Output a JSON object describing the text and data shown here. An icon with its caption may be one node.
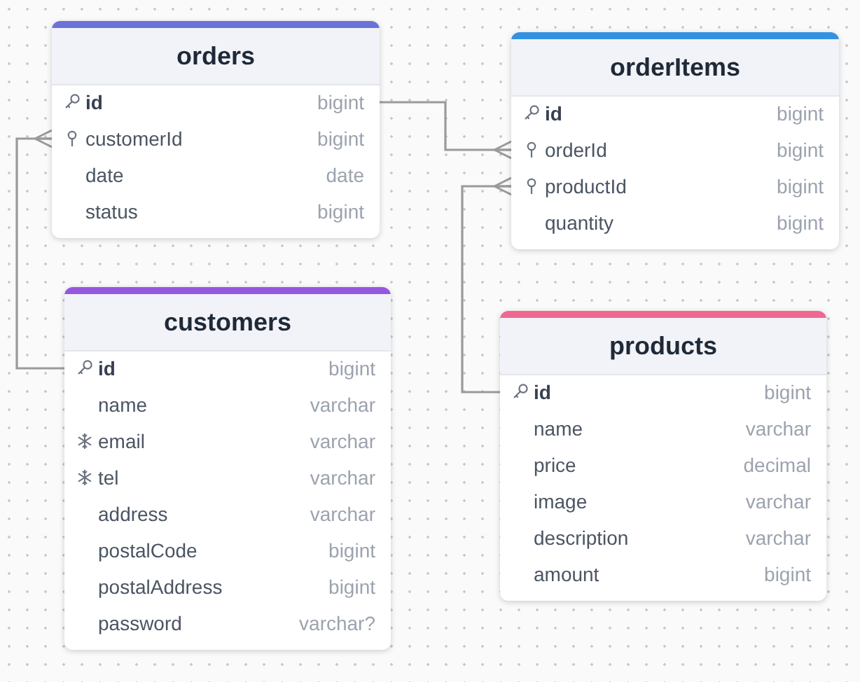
{
  "diagram": {
    "nodes": [
      {
        "text": [
          "orders"
        ]
      },
      {
        "text": [
          "id",
          "bigint"
        ],
        "in": 0
      },
      {
        "text": [
          "customerId",
          "bigint"
        ],
        "in": 0
      },
      {
        "text": [
          "date",
          "date"
        ],
        "in": 0
      },
      {
        "text": [
          "status",
          "bigint"
        ],
        "in": 0
      },
      {
        "text": [
          "orderItems"
        ]
      },
      {
        "text": [
          "id",
          "bigint"
        ],
        "in": 5
      },
      {
        "text": [
          "orderId",
          "bigint"
        ],
        "in": 5
      },
      {
        "text": [
          "productId",
          "bigint"
        ],
        "in": 5
      },
      {
        "text": [
          "quantity",
          "bigint"
        ],
        "in": 5
      },
      {
        "text": [
          "customers"
        ]
      },
      {
        "text": [
          "id",
          "bigint"
        ],
        "in": 10
      },
      {
        "text": [
          "name",
          "varchar"
        ],
        "in": 10
      },
      {
        "text": [
          "email",
          "varchar"
        ],
        "in": 10
      },
      {
        "text": [
          "tel",
          "varchar"
        ],
        "in": 10
      },
      {
        "text": [
          "address",
          "varchar"
        ],
        "in": 10
      },
      {
        "text": [
          "postalCode",
          "bigint"
        ],
        "in": 10
      },
      {
        "text": [
          "postalAddress",
          "bigint"
        ],
        "in": 10
      },
      {
        "text": [
          "password",
          "varchar?"
        ],
        "in": 10
      },
      {
        "text": [
          "products"
        ]
      },
      {
        "text": [
          "id",
          "bigint"
        ],
        "in": 19
      },
      {
        "text": [
          "name",
          "varchar"
        ],
        "in": 19
      },
      {
        "text": [
          "price",
          "decimal"
        ],
        "in": 19
      },
      {
        "text": [
          "image",
          "varchar"
        ],
        "in": 19
      },
      {
        "text": [
          "description",
          "varchar"
        ],
        "in": 19
      },
      {
        "text": [
          "amount",
          "bigint"
        ],
        "in": 19
      }
    ],
    "edges": [
      {
        "from": 1,
        "to": 7,
        "arrow": "other"
      },
      {
        "from": 11,
        "to": 2,
        "arrow": "other"
      },
      {
        "from": 20,
        "to": 8,
        "arrow": "other"
      }
    ]
  }
}
